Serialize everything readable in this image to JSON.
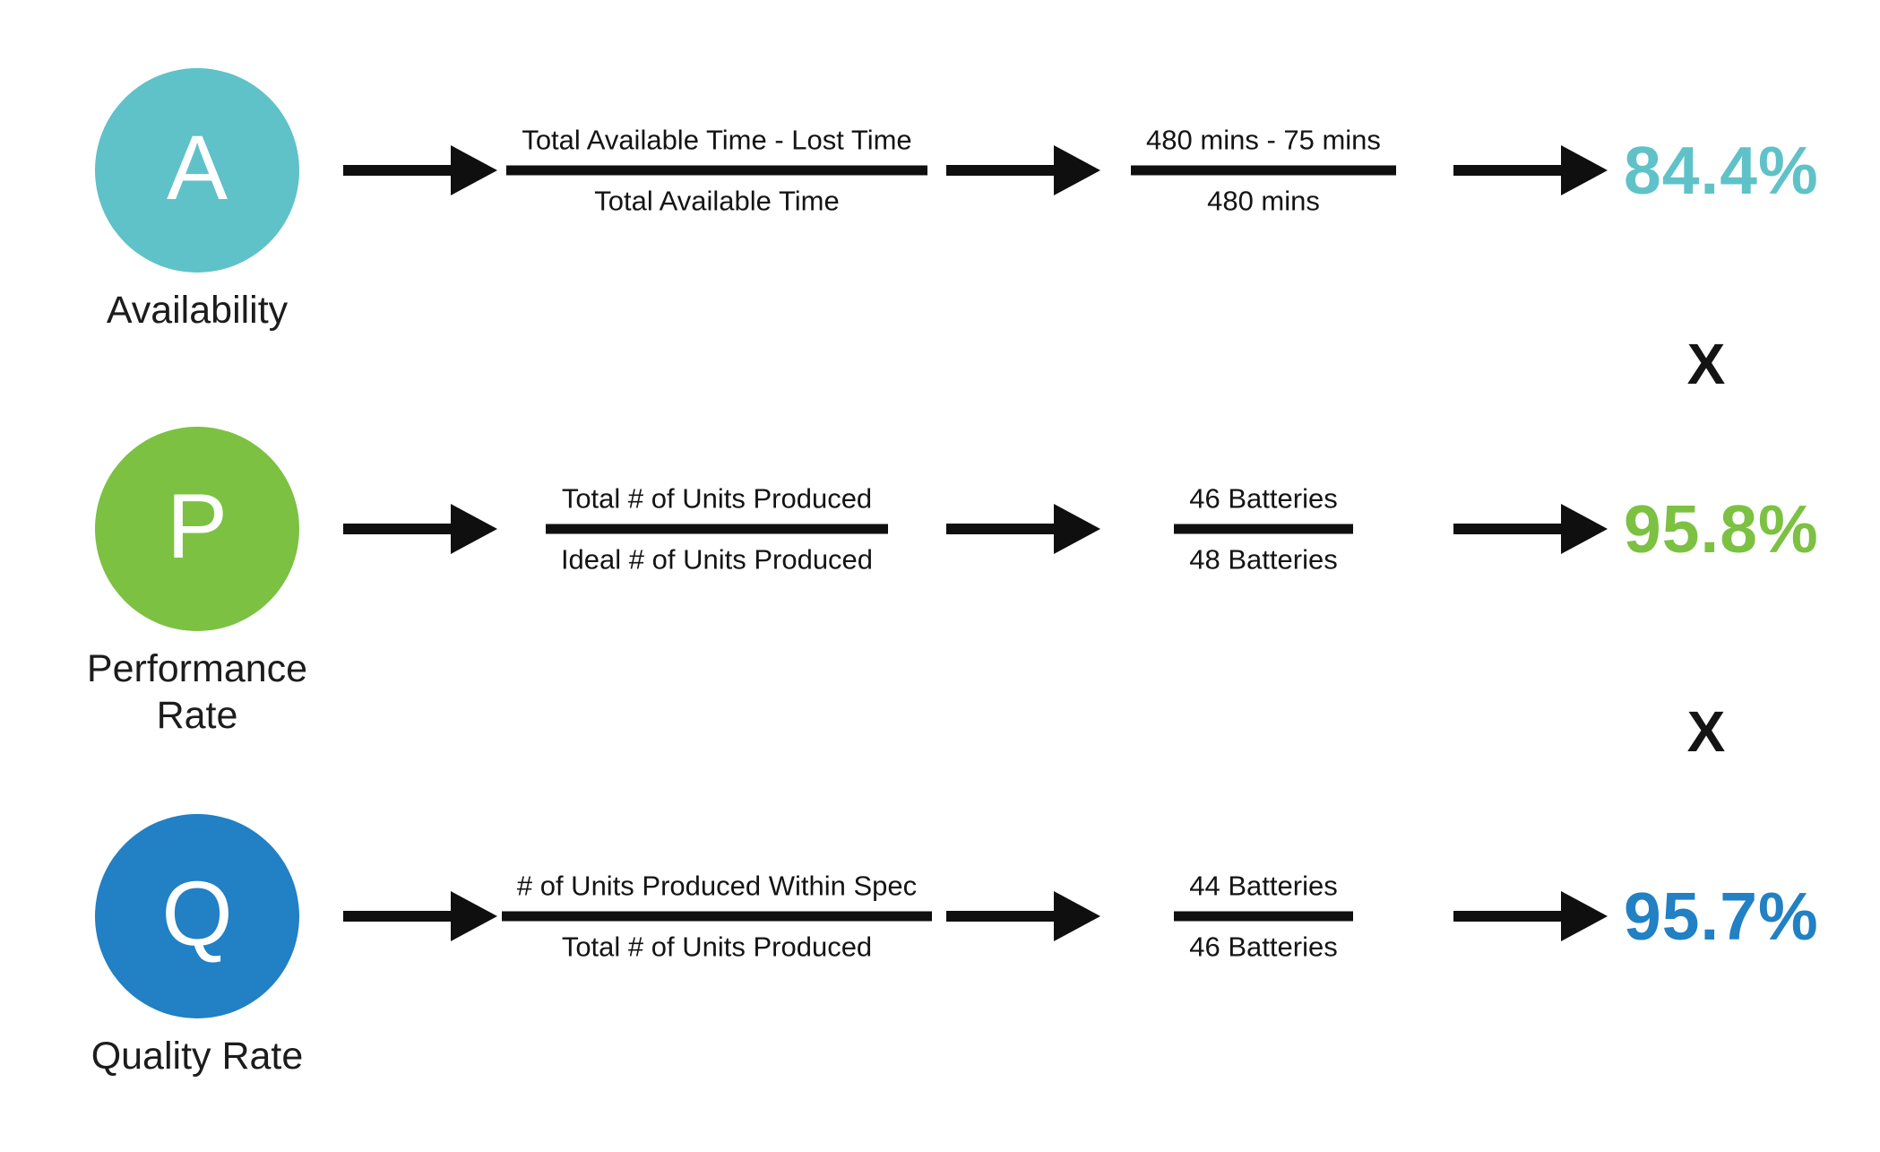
{
  "operators": {
    "multiply": "X"
  },
  "rows": [
    {
      "letter": "A",
      "label": "Availability",
      "color": "#5FC2C8",
      "formula": {
        "numerator": "Total Available Time - Lost Time",
        "denominator": "Total Available Time"
      },
      "values": {
        "numerator": "480 mins - 75 mins",
        "denominator": "480 mins"
      },
      "result": "84.4%"
    },
    {
      "letter": "P",
      "label": "Performance\nRate",
      "color": "#7CC142",
      "formula": {
        "numerator": "Total # of Units Produced",
        "denominator": "Ideal # of Units Produced"
      },
      "values": {
        "numerator": "46 Batteries",
        "denominator": "48 Batteries"
      },
      "result": "95.8%"
    },
    {
      "letter": "Q",
      "label": "Quality Rate",
      "color": "#2280C4",
      "formula": {
        "numerator": "# of Units Produced Within Spec",
        "denominator": "Total # of Units Produced"
      },
      "values": {
        "numerator": "44 Batteries",
        "denominator": "46 Batteries"
      },
      "result": "95.7%"
    }
  ]
}
